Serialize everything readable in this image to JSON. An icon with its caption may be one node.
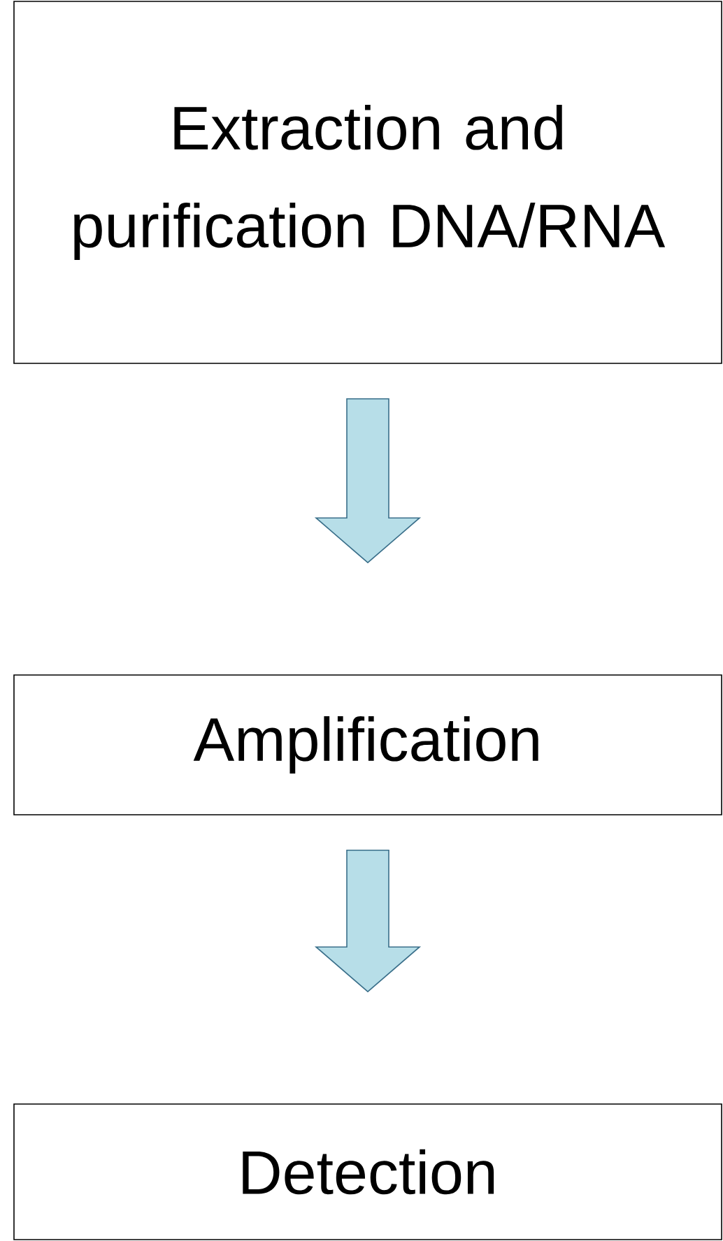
{
  "diagram": {
    "nodes": [
      {
        "text": [
          "Extraction and purification DNA/RNA"
        ]
      },
      {
        "text": [
          "Amplification"
        ]
      },
      {
        "text": [
          "Detection"
        ]
      }
    ],
    "edges": [
      {
        "from": 0,
        "to": 1,
        "arrow": "to"
      },
      {
        "from": 1,
        "to": 2,
        "arrow": "to"
      }
    ]
  }
}
